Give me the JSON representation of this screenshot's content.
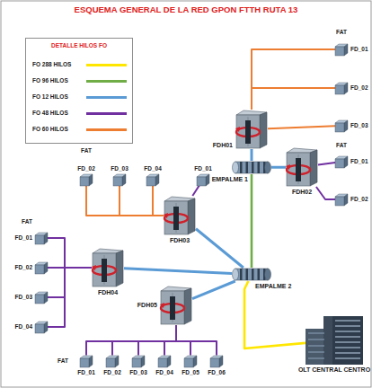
{
  "diagram": {
    "title": "ESQUEMA GENERAL DE LA RED GPON FTTH RUTA 13",
    "nodes": [
      {
        "text": [
          "FDH01"
        ]
      },
      {
        "text": [
          "FDH02"
        ]
      },
      {
        "text": [
          "EMPALME 1"
        ]
      },
      {
        "text": [
          "FDH03"
        ]
      },
      {
        "text": [
          "EMPALME 2"
        ]
      },
      {
        "text": [
          "FDH04"
        ]
      },
      {
        "text": [
          "FDH05"
        ]
      },
      {
        "text": [
          "OLT CENTRAL CENTRO"
        ]
      },
      {
        "text": [
          "FD_01"
        ]
      },
      {
        "text": [
          "FD_02"
        ]
      },
      {
        "text": [
          "FD_03"
        ]
      },
      {
        "text": [
          "FD_01"
        ]
      },
      {
        "text": [
          "FD_02"
        ]
      },
      {
        "text": [
          "FD_02"
        ]
      },
      {
        "text": [
          "FD_03"
        ]
      },
      {
        "text": [
          "FD_04"
        ]
      },
      {
        "text": [
          "FD_01"
        ]
      },
      {
        "text": [
          "FD_01"
        ]
      },
      {
        "text": [
          "FD_02"
        ]
      },
      {
        "text": [
          "FD_03"
        ]
      },
      {
        "text": [
          "FD_04"
        ]
      },
      {
        "text": [
          "FD_01"
        ]
      },
      {
        "text": [
          "FD_02"
        ]
      },
      {
        "text": [
          "FD_03"
        ]
      },
      {
        "text": [
          "FD_04"
        ]
      },
      {
        "text": [
          "FD_05"
        ]
      },
      {
        "text": [
          "FD_06"
        ]
      }
    ],
    "edges": [
      {
        "from": 7,
        "to": 4,
        "arrow": "none"
      },
      {
        "from": 4,
        "to": 2,
        "arrow": "none"
      },
      {
        "from": 2,
        "to": 0,
        "arrow": "none"
      },
      {
        "from": 2,
        "to": 1,
        "arrow": "none"
      },
      {
        "from": 4,
        "to": 3,
        "arrow": "none"
      },
      {
        "from": 4,
        "to": 5,
        "arrow": "none"
      },
      {
        "from": 4,
        "to": 6,
        "arrow": "none"
      },
      {
        "from": 0,
        "to": 8,
        "arrow": "none"
      },
      {
        "from": 0,
        "to": 9,
        "arrow": "none"
      },
      {
        "from": 0,
        "to": 10,
        "arrow": "none"
      },
      {
        "from": 1,
        "to": 11,
        "arrow": "none"
      },
      {
        "from": 1,
        "to": 12,
        "arrow": "none"
      },
      {
        "from": 3,
        "to": 13,
        "arrow": "none"
      },
      {
        "from": 3,
        "to": 14,
        "arrow": "none"
      },
      {
        "from": 3,
        "to": 15,
        "arrow": "none"
      },
      {
        "from": 3,
        "to": 16,
        "arrow": "none"
      },
      {
        "from": 5,
        "to": 17,
        "arrow": "none"
      },
      {
        "from": 5,
        "to": 18,
        "arrow": "none"
      },
      {
        "from": 5,
        "to": 19,
        "arrow": "none"
      },
      {
        "from": 5,
        "to": 20,
        "arrow": "none"
      },
      {
        "from": 6,
        "to": 21,
        "arrow": "none"
      },
      {
        "from": 6,
        "to": 22,
        "arrow": "none"
      },
      {
        "from": 6,
        "to": 23,
        "arrow": "none"
      },
      {
        "from": 6,
        "to": 24,
        "arrow": "none"
      },
      {
        "from": 6,
        "to": 25,
        "arrow": "none"
      },
      {
        "from": 6,
        "to": 26,
        "arrow": "none"
      }
    ],
    "labels": [
      "DETALLE HILOS FO",
      "FAT",
      "FAT",
      "FAT",
      "FAT",
      "FAT"
    ],
    "legend": [
      {
        "text": "FO 288 HILOS",
        "color": "#ffe600"
      },
      {
        "text": "FO 96 HILOS",
        "color": "#70ad47"
      },
      {
        "text": "FO 12 HILOS",
        "color": "#5b9bd5"
      },
      {
        "text": "FO 48 HILOS",
        "color": "#7030a0"
      },
      {
        "text": "FO 60 HILOS",
        "color": "#ed7d31"
      }
    ]
  }
}
